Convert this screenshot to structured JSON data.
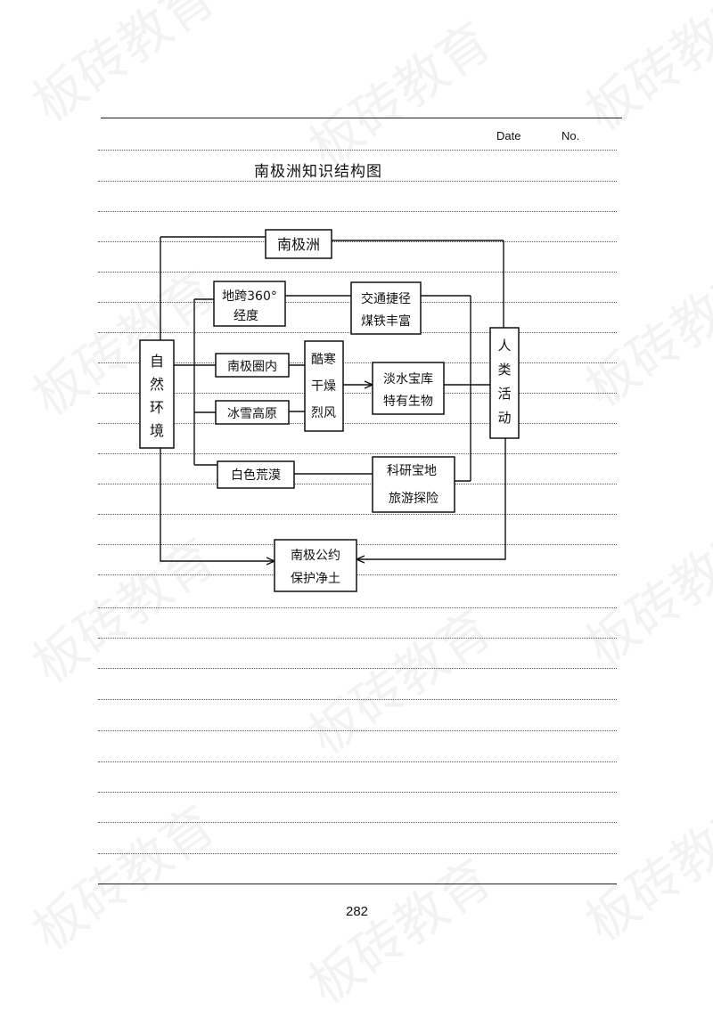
{
  "header": {
    "date_label": "Date",
    "no_label": "No."
  },
  "title": "南极洲知识结构图",
  "watermark": "板砖教育",
  "page_number": "282",
  "nodes": {
    "top": "南极洲",
    "natural": [
      "自",
      "然",
      "环",
      "境"
    ],
    "human": [
      "人",
      "类",
      "活",
      "动"
    ],
    "location": [
      "地跨360°",
      "经度"
    ],
    "circle": "南极圈内",
    "plateau": "冰雪高原",
    "desert": "白色荒漠",
    "climate": [
      "酷寒",
      "干燥",
      "烈风"
    ],
    "transport": [
      "交通捷径",
      "煤铁丰富"
    ],
    "freshwater": [
      "淡水宝库",
      "特有生物"
    ],
    "research": [
      "科研宝地",
      "旅游探险"
    ],
    "treaty": [
      "南极公约",
      "保护净土"
    ]
  },
  "colors": {
    "ink": "#111111",
    "rule": "#555555"
  }
}
